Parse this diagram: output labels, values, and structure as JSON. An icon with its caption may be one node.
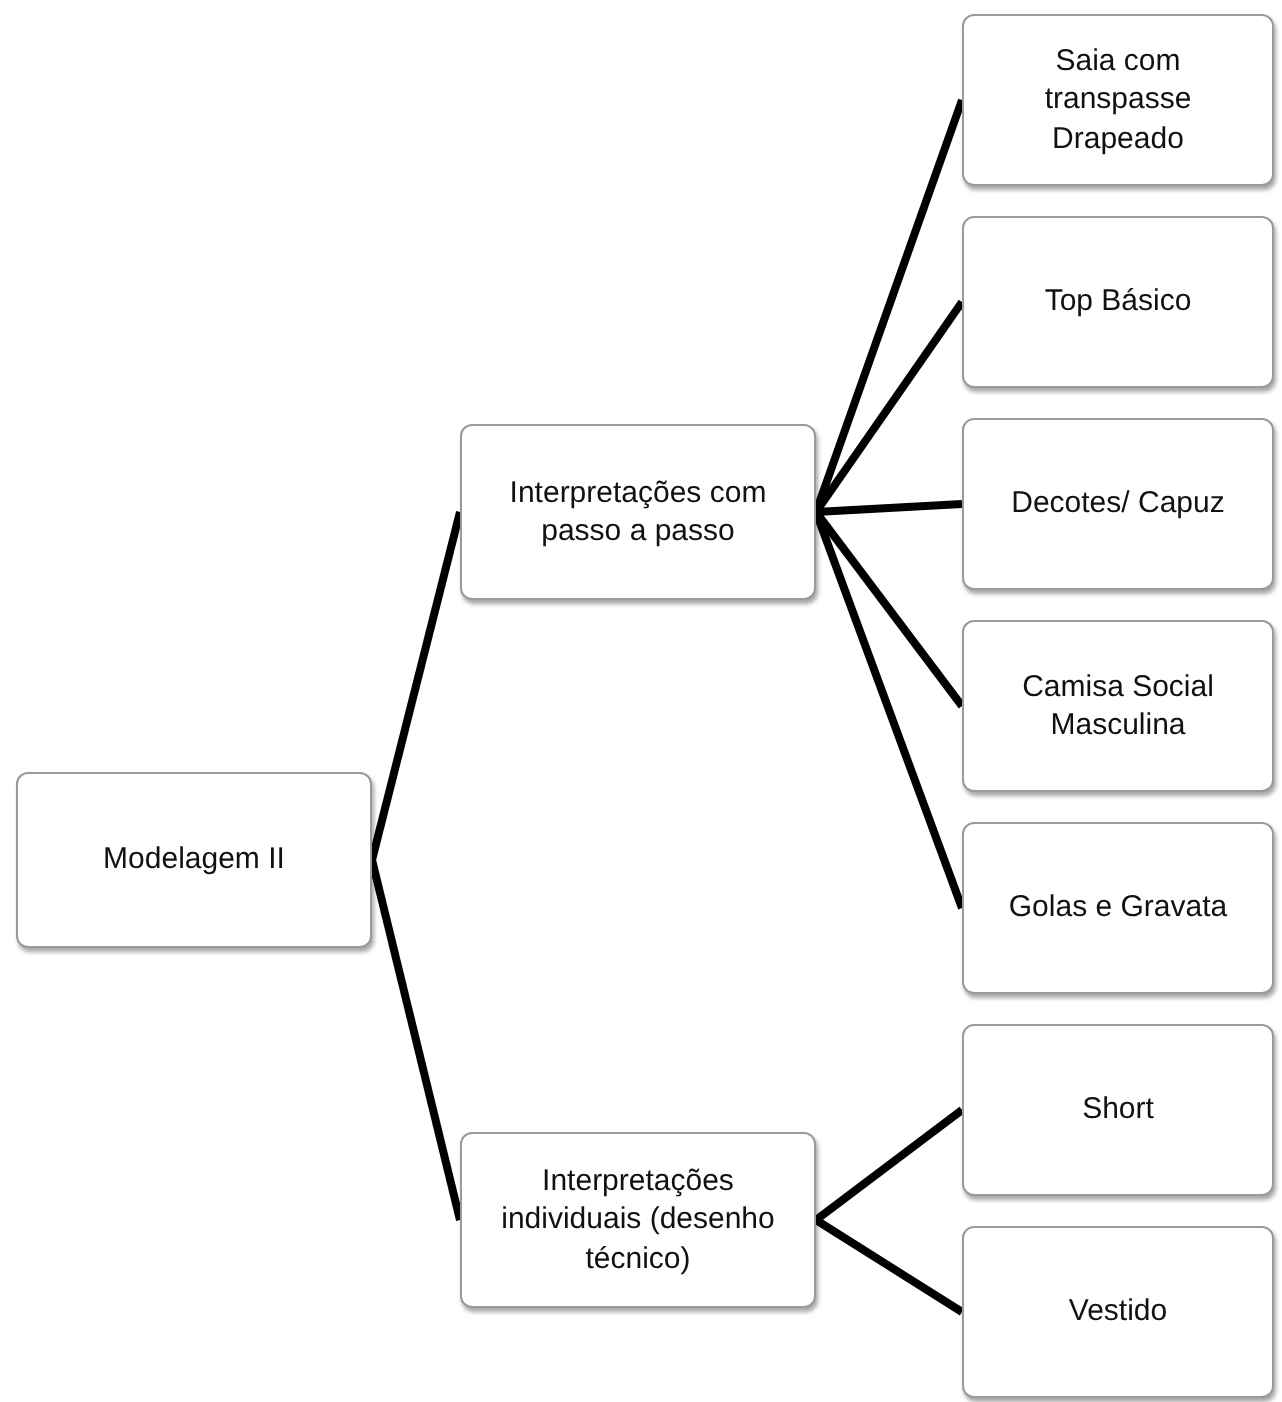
{
  "diagram": {
    "nodes": [
      {
        "text": [
          "Modelagem II"
        ]
      },
      {
        "text": [
          "Interpretações com passo a passo"
        ]
      },
      {
        "text": [
          "Saia com transpasse Drapeado"
        ]
      },
      {
        "text": [
          "Top Básico"
        ]
      },
      {
        "text": [
          "Decotes/ Capuz"
        ]
      },
      {
        "text": [
          "Camisa Social Masculina"
        ]
      },
      {
        "text": [
          "Golas e Gravata"
        ]
      },
      {
        "text": [
          "Interpretações individuais (desenho técnico)"
        ]
      },
      {
        "text": [
          "Short"
        ]
      },
      {
        "text": [
          "Vestido"
        ]
      }
    ],
    "edges": [
      {
        "from": 0,
        "to": 1,
        "arrow": "none"
      },
      {
        "from": 0,
        "to": 7,
        "arrow": "none"
      },
      {
        "from": 1,
        "to": 2,
        "arrow": "none"
      },
      {
        "from": 1,
        "to": 3,
        "arrow": "none"
      },
      {
        "from": 1,
        "to": 4,
        "arrow": "none"
      },
      {
        "from": 1,
        "to": 5,
        "arrow": "none"
      },
      {
        "from": 1,
        "to": 6,
        "arrow": "none"
      },
      {
        "from": 7,
        "to": 8,
        "arrow": "none"
      },
      {
        "from": 7,
        "to": 9,
        "arrow": "none"
      }
    ]
  }
}
